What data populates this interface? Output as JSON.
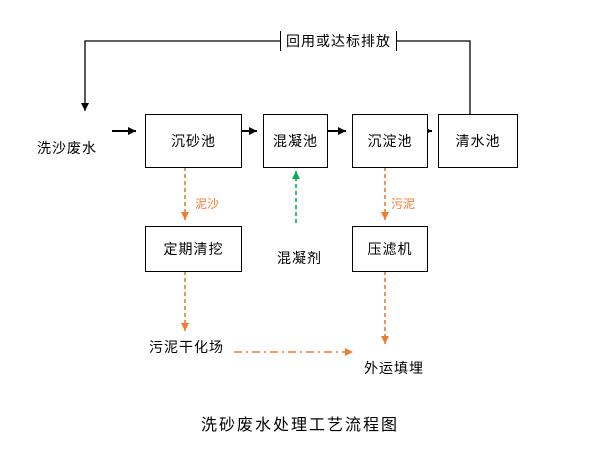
{
  "diagram": {
    "title": "洗砂废水处理工艺流程图",
    "inlet_label": "洗沙废水",
    "recycle_label": "回用或达标排放",
    "boxes": {
      "grit": "沉砂池",
      "coagulation": "混凝池",
      "sedimentation": "沉淀池",
      "clearwater": "清水池",
      "dredging": "定期清挖",
      "filter_press": "压滤机"
    },
    "stream_labels": {
      "sediment": "泥沙",
      "sludge": "污泥",
      "coagulant": "混凝剂"
    },
    "endpoints": {
      "sludge_drying": "污泥干化场",
      "landfill": "外运填埋"
    },
    "colors": {
      "line_black": "#000000",
      "sludge_orange": "#ED7D31",
      "coagulant_green": "#00B050"
    }
  }
}
